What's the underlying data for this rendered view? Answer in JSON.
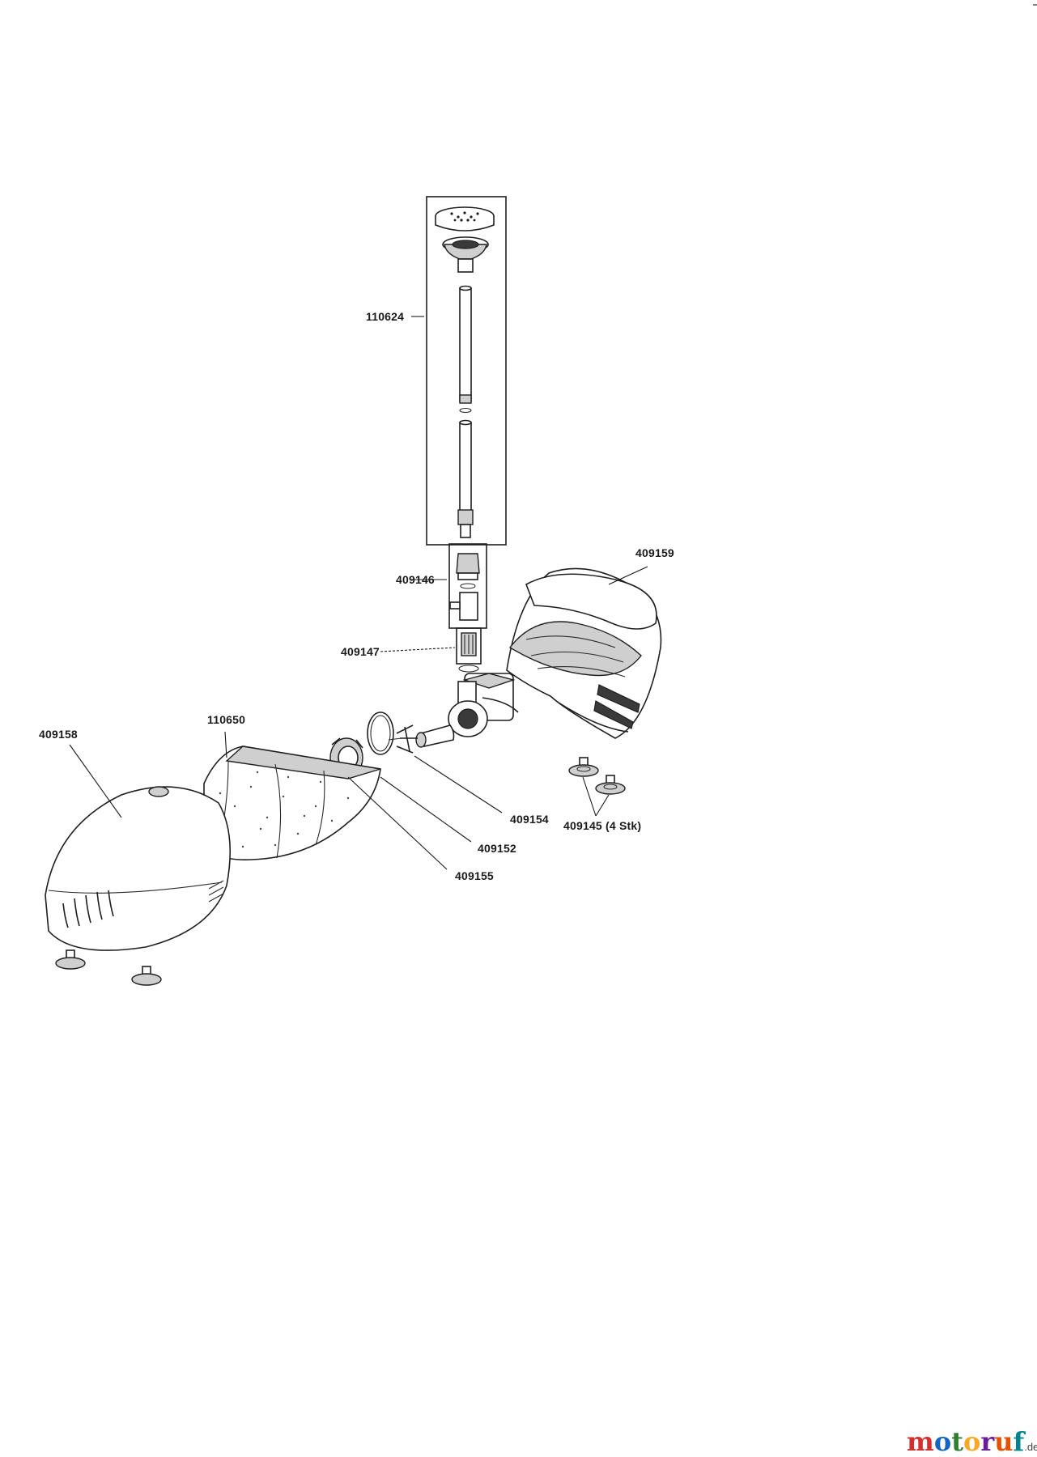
{
  "labels": {
    "l110624": "110624",
    "l409146": "409146",
    "l409147": "409147",
    "l409159": "409159",
    "l110650": "110650",
    "l409158": "409158",
    "l409154": "409154",
    "l409152": "409152",
    "l409155": "409155",
    "l409145": "409145 (4 Stk)"
  },
  "logo": {
    "text": "motoruf",
    "tld": ".de",
    "colors": [
      "#d32f2f",
      "#1565c0",
      "#2e7d32",
      "#f9a825",
      "#6a1b9a",
      "#e65100",
      "#00838f"
    ]
  }
}
